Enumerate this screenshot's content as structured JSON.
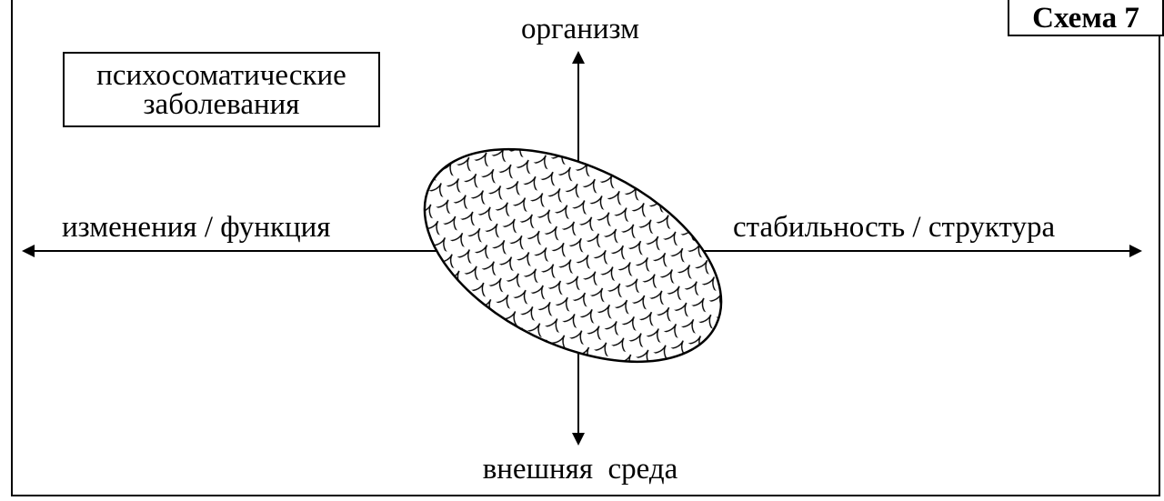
{
  "scheme_label": "Схема 7",
  "category_box": {
    "line1": "психосоматические",
    "line2": "заболевания"
  },
  "axes": {
    "top": "организм",
    "bottom": "внешняя  среда",
    "left": "изменения / функция",
    "right": "стабильность / структура"
  },
  "colors": {
    "ink": "#000000",
    "paper": "#ffffff"
  }
}
